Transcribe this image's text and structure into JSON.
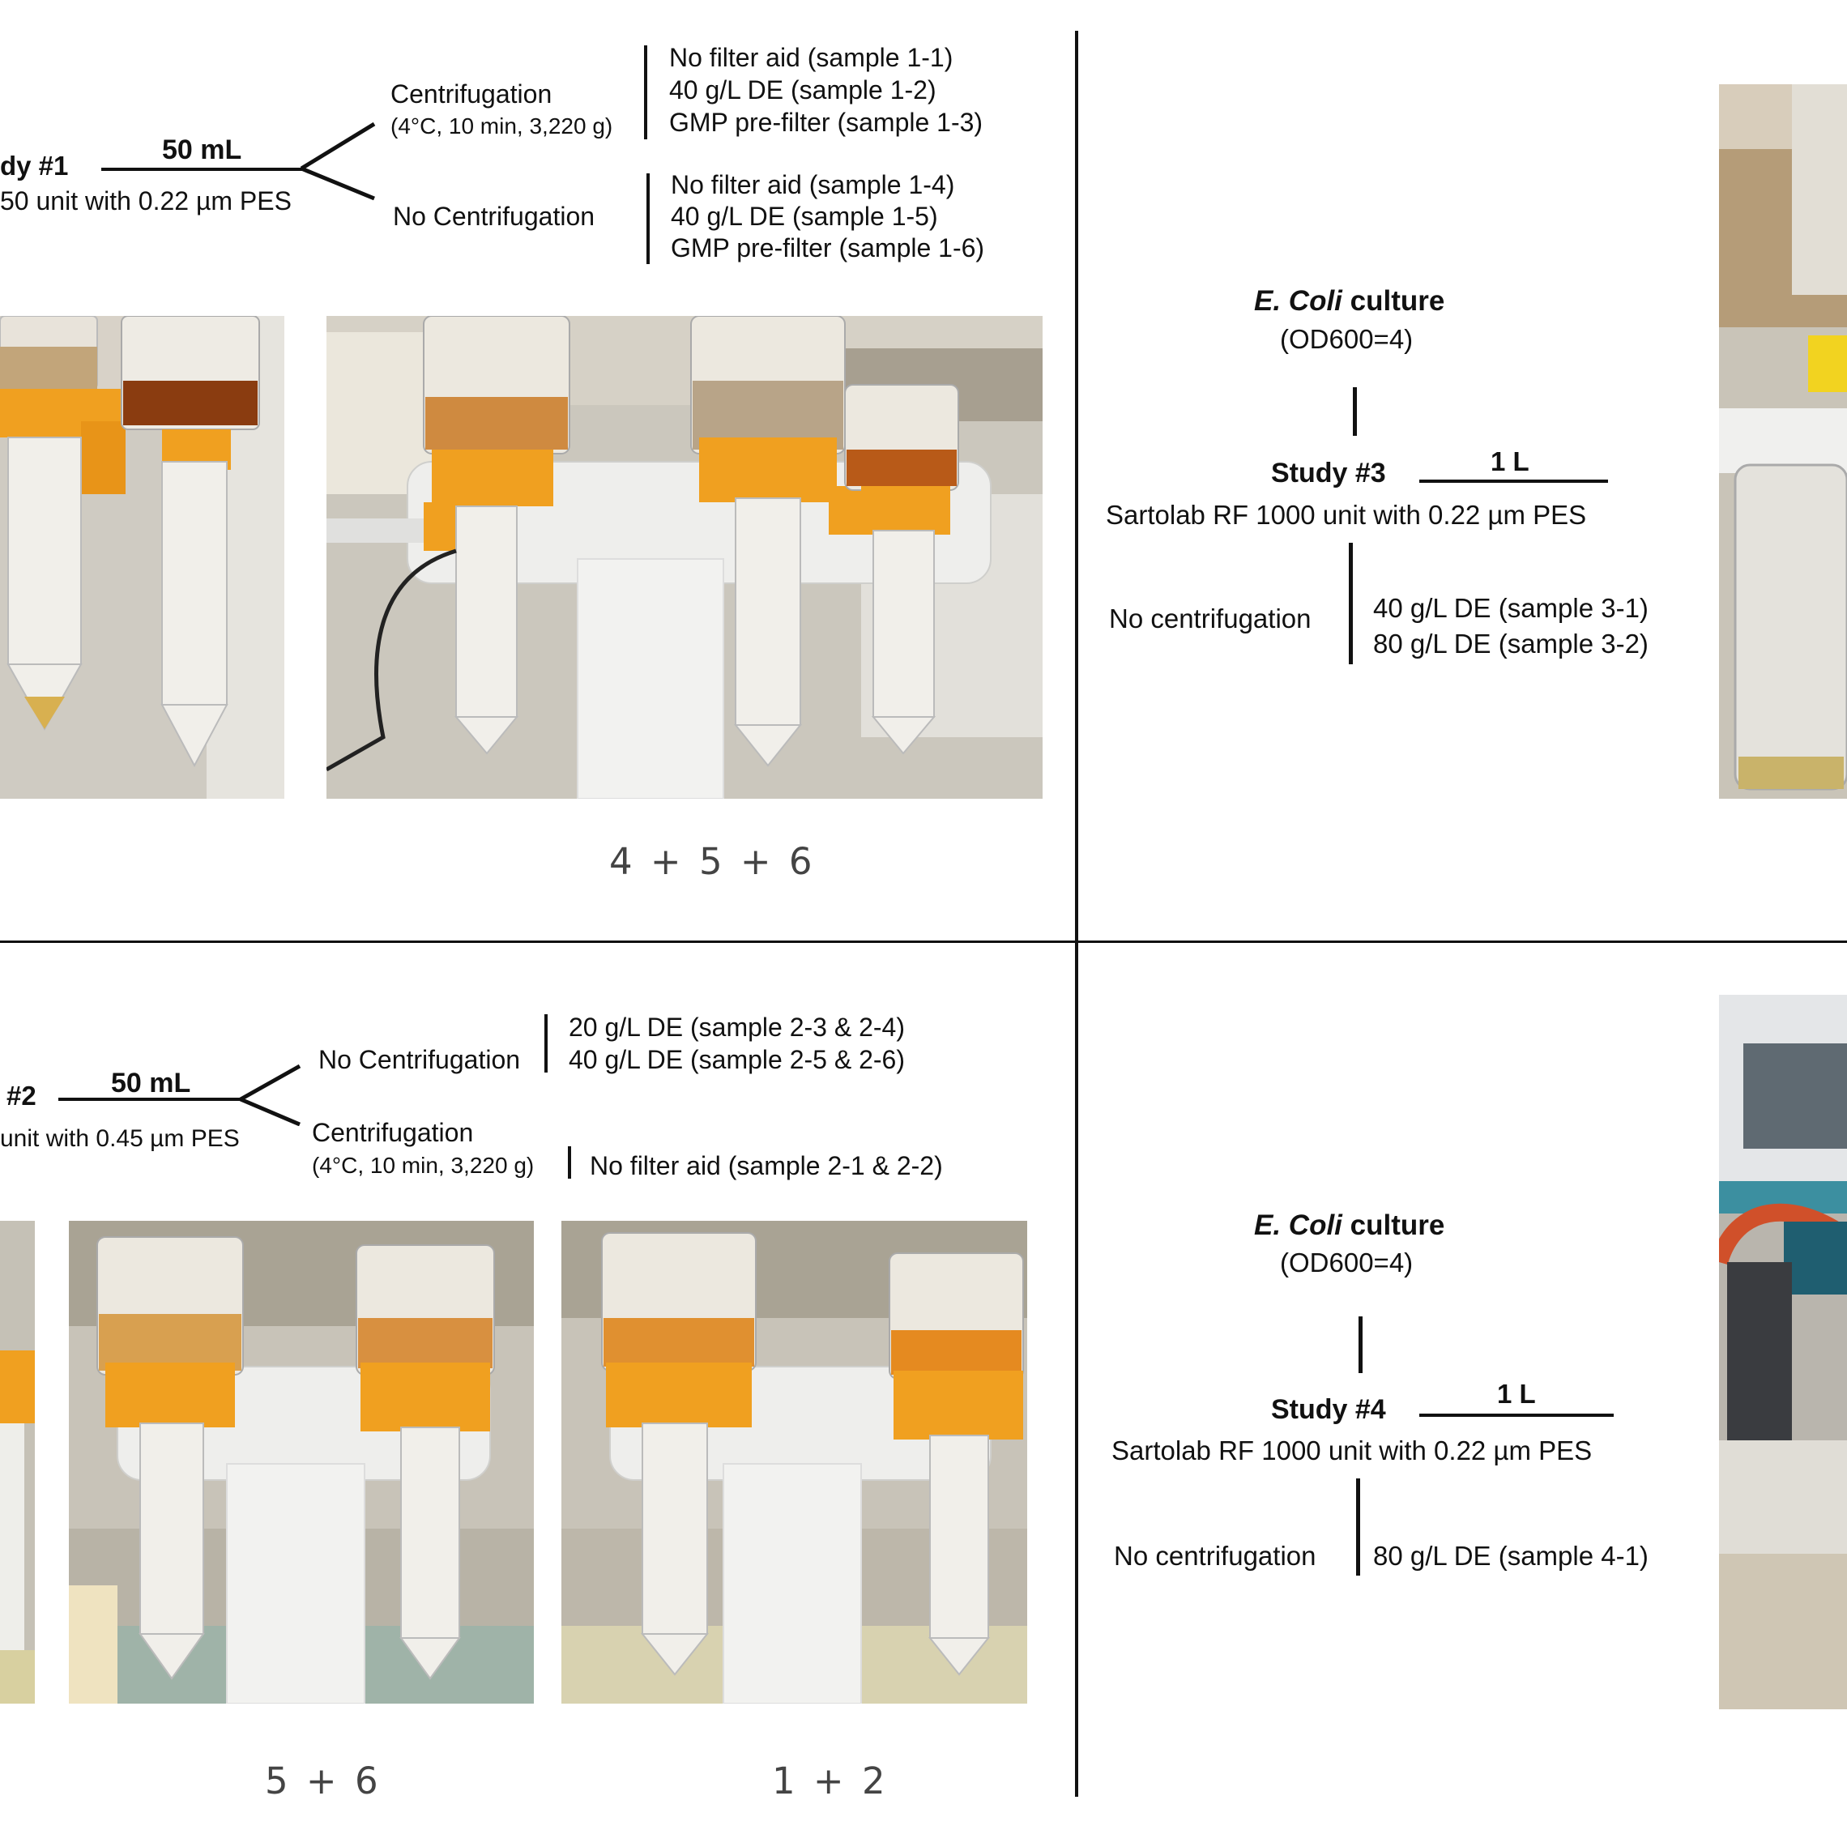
{
  "study1": {
    "title": "dy #1",
    "volume": "50 mL",
    "unit": "50 unit with 0.22 µm PES",
    "branch_a": {
      "label": "Centrifugation",
      "sub": "(4°C, 10 min, 3,220 g)",
      "samples": [
        "No filter aid (sample 1-1)",
        "40 g/L DE (sample 1-2)",
        "GMP pre-filter (sample 1-3)"
      ]
    },
    "branch_b": {
      "label": "No Centrifugation",
      "samples": [
        "No filter aid (sample 1-4)",
        "40 g/L DE (sample 1-5)",
        "GMP pre-filter (sample 1-6)"
      ]
    },
    "caption": "4 + 5 + 6"
  },
  "study2": {
    "title": "#2",
    "volume": "50 mL",
    "unit": "unit with 0.45 µm PES",
    "branch_a": {
      "label": "No Centrifugation",
      "samples": [
        "20 g/L DE (sample 2-3 & 2-4)",
        "40 g/L DE (sample 2-5 & 2-6)"
      ]
    },
    "branch_b": {
      "label": "Centrifugation",
      "sub": "(4°C, 10 min, 3,220 g)",
      "samples": [
        "No filter aid (sample 2-1 & 2-2)"
      ]
    },
    "caption_a": "5 + 6",
    "caption_b": "1 + 2"
  },
  "study3": {
    "culture_italic": "E. Coli",
    "culture_rest": " culture",
    "od": "(OD600=4)",
    "title": "Study #3",
    "volume": "1 L",
    "unit": "Sartolab RF 1000 unit with 0.22 µm PES",
    "branch": "No centrifugation",
    "samples": [
      "40 g/L DE (sample 3-1)",
      "80 g/L DE (sample 3-2)"
    ]
  },
  "study4": {
    "culture_italic": "E. Coli",
    "culture_rest": " culture",
    "od": "(OD600=4)",
    "title": "Study #4",
    "volume": "1 L",
    "unit": "Sartolab RF 1000 unit with 0.22 µm PES",
    "branch": "No centrifugation",
    "samples": [
      "80 g/L DE (sample 4-1)"
    ]
  },
  "colors": {
    "orange": "#f0a020",
    "amber_liquid": "#8a3c10",
    "tan_liquid": "#b8a488",
    "lab_bg": "#cfcbc2",
    "rack_white": "#eeeeec"
  }
}
